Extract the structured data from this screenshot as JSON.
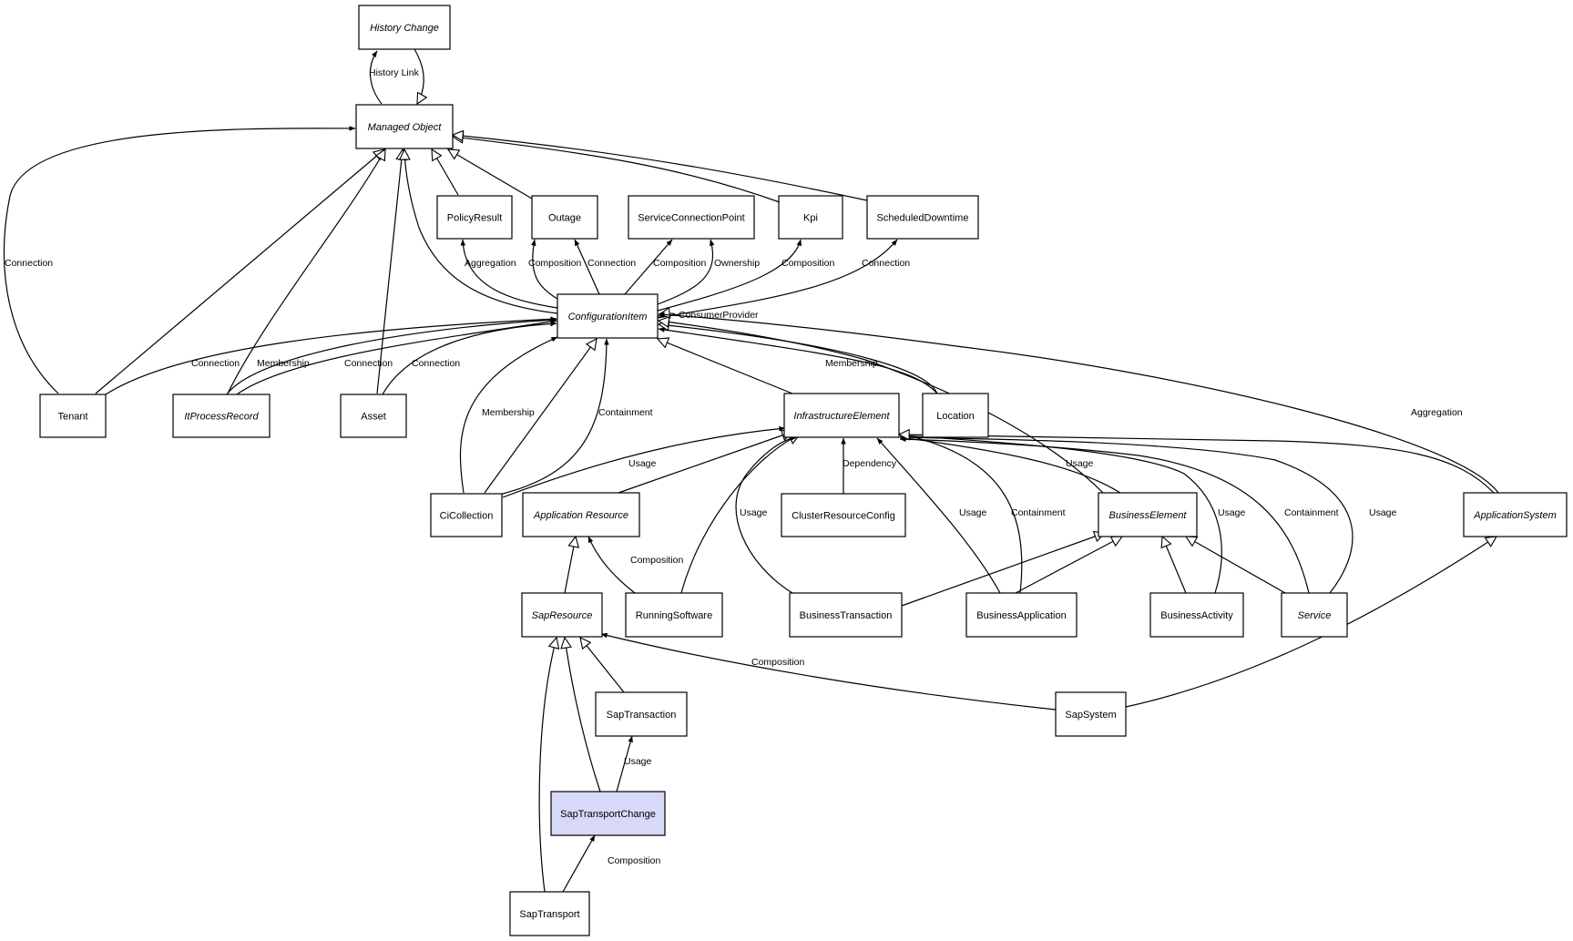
{
  "nodes": [
    {
      "id": "historychange",
      "label": "History Change",
      "italic": true
    },
    {
      "id": "managedobject",
      "label": "Managed Object",
      "italic": true
    },
    {
      "id": "policyresult",
      "label": "PolicyResult"
    },
    {
      "id": "outage",
      "label": "Outage"
    },
    {
      "id": "serviceconnectionpoint",
      "label": "ServiceConnectionPoint"
    },
    {
      "id": "kpi",
      "label": "Kpi"
    },
    {
      "id": "scheduleddowntime",
      "label": "ScheduledDowntime"
    },
    {
      "id": "configurationitem",
      "label": "ConfigurationItem",
      "italic": true
    },
    {
      "id": "tenant",
      "label": "Tenant"
    },
    {
      "id": "itprocessrecord",
      "label": "ItProcessRecord",
      "italic": true
    },
    {
      "id": "asset",
      "label": "Asset"
    },
    {
      "id": "infrastructureelement",
      "label": "InfrastructureElement",
      "italic": true
    },
    {
      "id": "location",
      "label": "Location"
    },
    {
      "id": "cicollection",
      "label": "CiCollection"
    },
    {
      "id": "applicationresource",
      "label": "Application Resource",
      "italic": true
    },
    {
      "id": "clusterresourceconfig",
      "label": "ClusterResourceConfig"
    },
    {
      "id": "businesselement",
      "label": "BusinessElement",
      "italic": true
    },
    {
      "id": "applicationsystem",
      "label": "ApplicationSystem",
      "italic": true
    },
    {
      "id": "sapresource",
      "label": "SapResource",
      "italic": true
    },
    {
      "id": "runningsoftware",
      "label": "RunningSoftware"
    },
    {
      "id": "businesstransaction",
      "label": "BusinessTransaction"
    },
    {
      "id": "businessapplication",
      "label": "BusinessApplication"
    },
    {
      "id": "businessactivity",
      "label": "BusinessActivity"
    },
    {
      "id": "service",
      "label": "Service",
      "italic": true
    },
    {
      "id": "saptransaction",
      "label": "SapTransaction"
    },
    {
      "id": "sapsystem",
      "label": "SapSystem"
    },
    {
      "id": "saptransportchange",
      "label": "SapTransportChange",
      "highlight": true
    },
    {
      "id": "saptransport",
      "label": "SapTransport"
    }
  ],
  "edges": [
    {
      "from": "managedobject",
      "to": "historychange",
      "label": "History Link",
      "type": "association"
    },
    {
      "from": "historychange",
      "to": "managedobject",
      "label": "",
      "type": "inheritance"
    },
    {
      "from": "tenant",
      "to": "managedobject",
      "label": "Connection",
      "type": "association"
    },
    {
      "from": "tenant",
      "to": "managedobject",
      "label": "",
      "type": "inheritance"
    },
    {
      "from": "itprocessrecord",
      "to": "managedobject",
      "label": "",
      "type": "inheritance"
    },
    {
      "from": "asset",
      "to": "managedobject",
      "label": "",
      "type": "inheritance"
    },
    {
      "from": "configurationitem",
      "to": "managedobject",
      "label": "",
      "type": "inheritance"
    },
    {
      "from": "policyresult",
      "to": "managedobject",
      "label": "",
      "type": "inheritance"
    },
    {
      "from": "outage",
      "to": "managedobject",
      "label": "",
      "type": "inheritance"
    },
    {
      "from": "kpi",
      "to": "managedobject",
      "label": "",
      "type": "inheritance"
    },
    {
      "from": "scheduleddowntime",
      "to": "managedobject",
      "label": "",
      "type": "inheritance"
    },
    {
      "from": "configurationitem",
      "to": "policyresult",
      "label": "Aggregation",
      "type": "association"
    },
    {
      "from": "configurationitem",
      "to": "outage",
      "label": "Composition",
      "type": "association"
    },
    {
      "from": "configurationitem",
      "to": "outage",
      "label": "Connection",
      "type": "association"
    },
    {
      "from": "configurationitem",
      "to": "serviceconnectionpoint",
      "label": "Composition",
      "type": "association"
    },
    {
      "from": "configurationitem",
      "to": "serviceconnectionpoint",
      "label": "Ownership",
      "type": "association"
    },
    {
      "from": "configurationitem",
      "to": "kpi",
      "label": "Composition",
      "type": "association"
    },
    {
      "from": "configurationitem",
      "to": "scheduleddowntime",
      "label": "Connection",
      "type": "association"
    },
    {
      "from": "configurationitem",
      "to": "configurationitem",
      "label": "ConsumerProvider",
      "type": "inheritance"
    },
    {
      "from": "tenant",
      "to": "configurationitem",
      "label": "Connection",
      "type": "association"
    },
    {
      "from": "itprocessrecord",
      "to": "configurationitem",
      "label": "Membership",
      "type": "association"
    },
    {
      "from": "itprocessrecord",
      "to": "configurationitem",
      "label": "Connection",
      "type": "association"
    },
    {
      "from": "asset",
      "to": "configurationitem",
      "label": "Connection",
      "type": "association"
    },
    {
      "from": "location",
      "to": "configurationitem",
      "label": "Membership",
      "type": "association"
    },
    {
      "from": "infrastructureelement",
      "to": "configurationitem",
      "label": "",
      "type": "inheritance"
    },
    {
      "from": "location",
      "to": "configurationitem",
      "label": "",
      "type": "inheritance"
    },
    {
      "from": "businesselement",
      "to": "configurationitem",
      "label": "",
      "type": "inheritance"
    },
    {
      "from": "applicationsystem",
      "to": "configurationitem",
      "label": "Aggregation",
      "type": "association"
    },
    {
      "from": "cicollection",
      "to": "configurationitem",
      "label": "Membership",
      "type": "association"
    },
    {
      "from": "cicollection",
      "to": "configurationitem",
      "label": "",
      "type": "inheritance"
    },
    {
      "from": "cicollection",
      "to": "configurationitem",
      "label": "Containment",
      "type": "association"
    },
    {
      "from": "cicollection",
      "to": "infrastructureelement",
      "label": "Usage",
      "type": "association"
    },
    {
      "from": "applicationresource",
      "to": "infrastructureelement",
      "label": "",
      "type": "inheritance"
    },
    {
      "from": "runningsoftware",
      "to": "infrastructureelement",
      "label": "",
      "type": "inheritance"
    },
    {
      "from": "businesstransaction",
      "to": "infrastructureelement",
      "label": "Usage",
      "type": "association"
    },
    {
      "from": "clusterresourceconfig",
      "to": "infrastructureelement",
      "label": "Dependency",
      "type": "association"
    },
    {
      "from": "businessapplication",
      "to": "infrastructureelement",
      "label": "Usage",
      "type": "association"
    },
    {
      "from": "businessapplication",
      "to": "infrastructureelement",
      "label": "Containment",
      "type": "association"
    },
    {
      "from": "businesselement",
      "to": "infrastructureelement",
      "label": "Usage",
      "type": "association"
    },
    {
      "from": "businessactivity",
      "to": "infrastructureelement",
      "label": "Usage",
      "type": "association"
    },
    {
      "from": "service",
      "to": "infrastructureelement",
      "label": "Containment",
      "type": "association"
    },
    {
      "from": "service",
      "to": "infrastructureelement",
      "label": "Usage",
      "type": "association"
    },
    {
      "from": "applicationsystem",
      "to": "infrastructureelement",
      "label": "",
      "type": "inheritance"
    },
    {
      "from": "sapresource",
      "to": "applicationresource",
      "label": "",
      "type": "inheritance"
    },
    {
      "from": "runningsoftware",
      "to": "applicationresource",
      "label": "Composition",
      "type": "association"
    },
    {
      "from": "businesstransaction",
      "to": "businesselement",
      "label": "",
      "type": "inheritance"
    },
    {
      "from": "businessapplication",
      "to": "businesselement",
      "label": "",
      "type": "inheritance"
    },
    {
      "from": "businessactivity",
      "to": "businesselement",
      "label": "",
      "type": "inheritance"
    },
    {
      "from": "service",
      "to": "businesselement",
      "label": "",
      "type": "inheritance"
    },
    {
      "from": "sapsystem",
      "to": "applicationsystem",
      "label": "",
      "type": "inheritance"
    },
    {
      "from": "sapsystem",
      "to": "sapresource",
      "label": "Composition",
      "type": "association"
    },
    {
      "from": "saptransaction",
      "to": "sapresource",
      "label": "",
      "type": "inheritance"
    },
    {
      "from": "saptransportchange",
      "to": "sapresource",
      "label": "",
      "type": "inheritance"
    },
    {
      "from": "saptransport",
      "to": "sapresource",
      "label": "",
      "type": "inheritance"
    },
    {
      "from": "saptransportchange",
      "to": "saptransaction",
      "label": "Usage",
      "type": "association"
    },
    {
      "from": "saptransport",
      "to": "saptransportchange",
      "label": "Composition",
      "type": "association"
    }
  ]
}
